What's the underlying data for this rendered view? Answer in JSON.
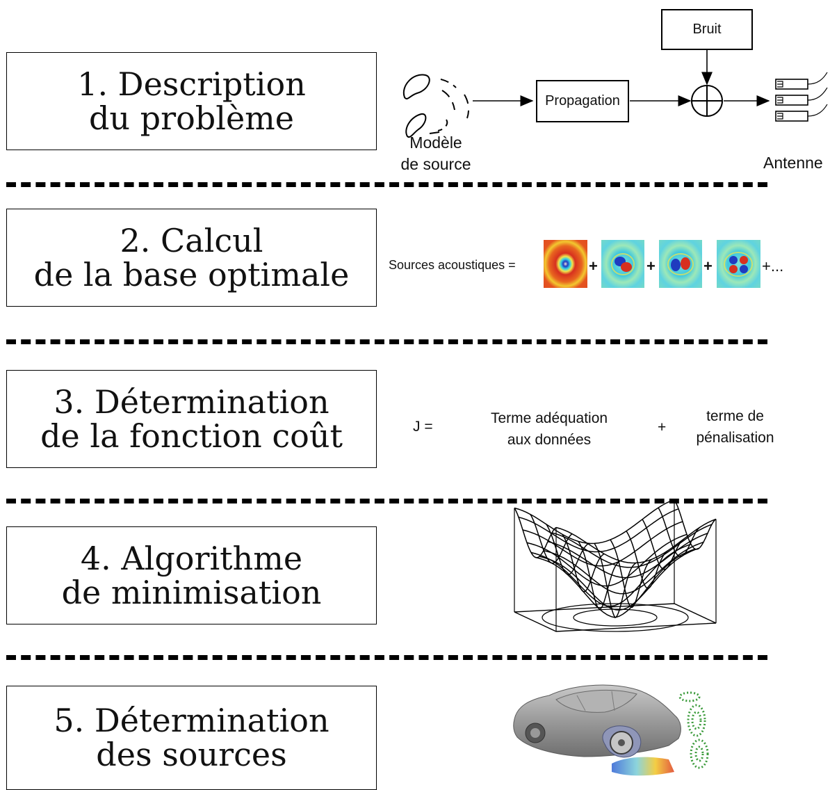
{
  "steps": [
    {
      "line1": "1. Description",
      "line2": "du problème"
    },
    {
      "line1": "2. Calcul",
      "line2": "de la base optimale"
    },
    {
      "line1": "3. Détermination",
      "line2": "de la fonction coût"
    },
    {
      "line1": "4. Algorithme",
      "line2": "de minimisation"
    },
    {
      "line1": "5. Détermination",
      "line2": "des sources"
    }
  ],
  "step1": {
    "source_label_1": "Modèle",
    "source_label_2": "de source",
    "propagation": "Propagation",
    "noise": "Bruit",
    "antenna": "Antenne"
  },
  "step2": {
    "lhs": "Sources acoustiques =",
    "plus": "+",
    "tail": "+..."
  },
  "step3": {
    "lhs": "J =",
    "term1_l1": "Terme adéquation",
    "term1_l2": "aux données",
    "plus": "+",
    "term2_l1": "terme de",
    "term2_l2": "pénalisation"
  },
  "colors": {
    "ink": "#000000",
    "jet_red": "#d7301f",
    "jet_cyan": "#5fd3e0",
    "jet_blue": "#1f3bbf"
  }
}
